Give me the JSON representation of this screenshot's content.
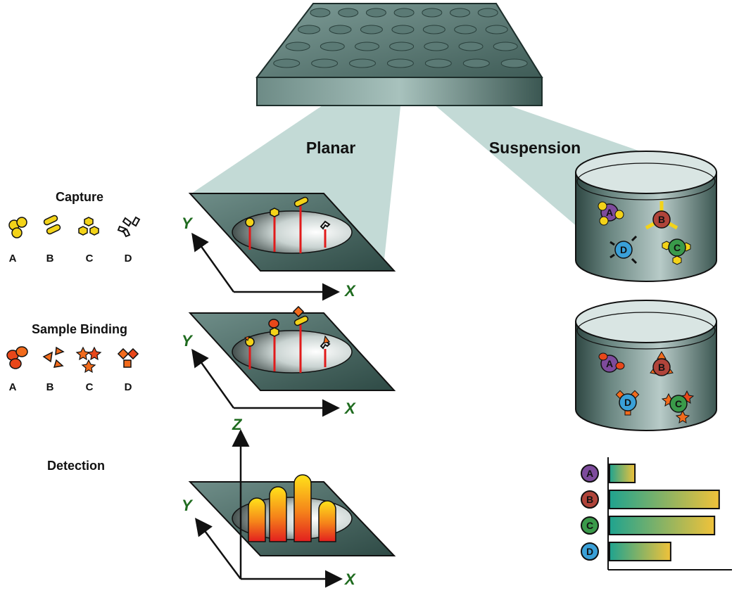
{
  "headings": {
    "planar": "Planar",
    "suspension": "Suspension"
  },
  "steps": {
    "capture": "Capture",
    "sample_binding": "Sample Binding",
    "detection": "Detection"
  },
  "analyte_letters": [
    "A",
    "B",
    "C",
    "D"
  ],
  "axes": {
    "x": "X",
    "y": "Y",
    "z": "Z"
  },
  "bead_letters": [
    "A",
    "B",
    "C",
    "D"
  ],
  "colors": {
    "plate": "#4f6f6a",
    "beam": "#b9d4cf",
    "capture_yellow": "#f3d319",
    "sample_red": "#e8471a",
    "axis_green": "#1f6b1f",
    "bead_a": "#7d4b9c",
    "bead_b": "#b0443a",
    "bead_c": "#3a9a4a",
    "bead_d": "#3aa0d8"
  },
  "chart_data": {
    "type": "bar",
    "categories": [
      "A",
      "B",
      "C",
      "D"
    ],
    "values": [
      0.22,
      0.95,
      0.91,
      0.53
    ],
    "orientation": "horizontal",
    "title": "",
    "xlabel": "",
    "ylabel": ""
  }
}
